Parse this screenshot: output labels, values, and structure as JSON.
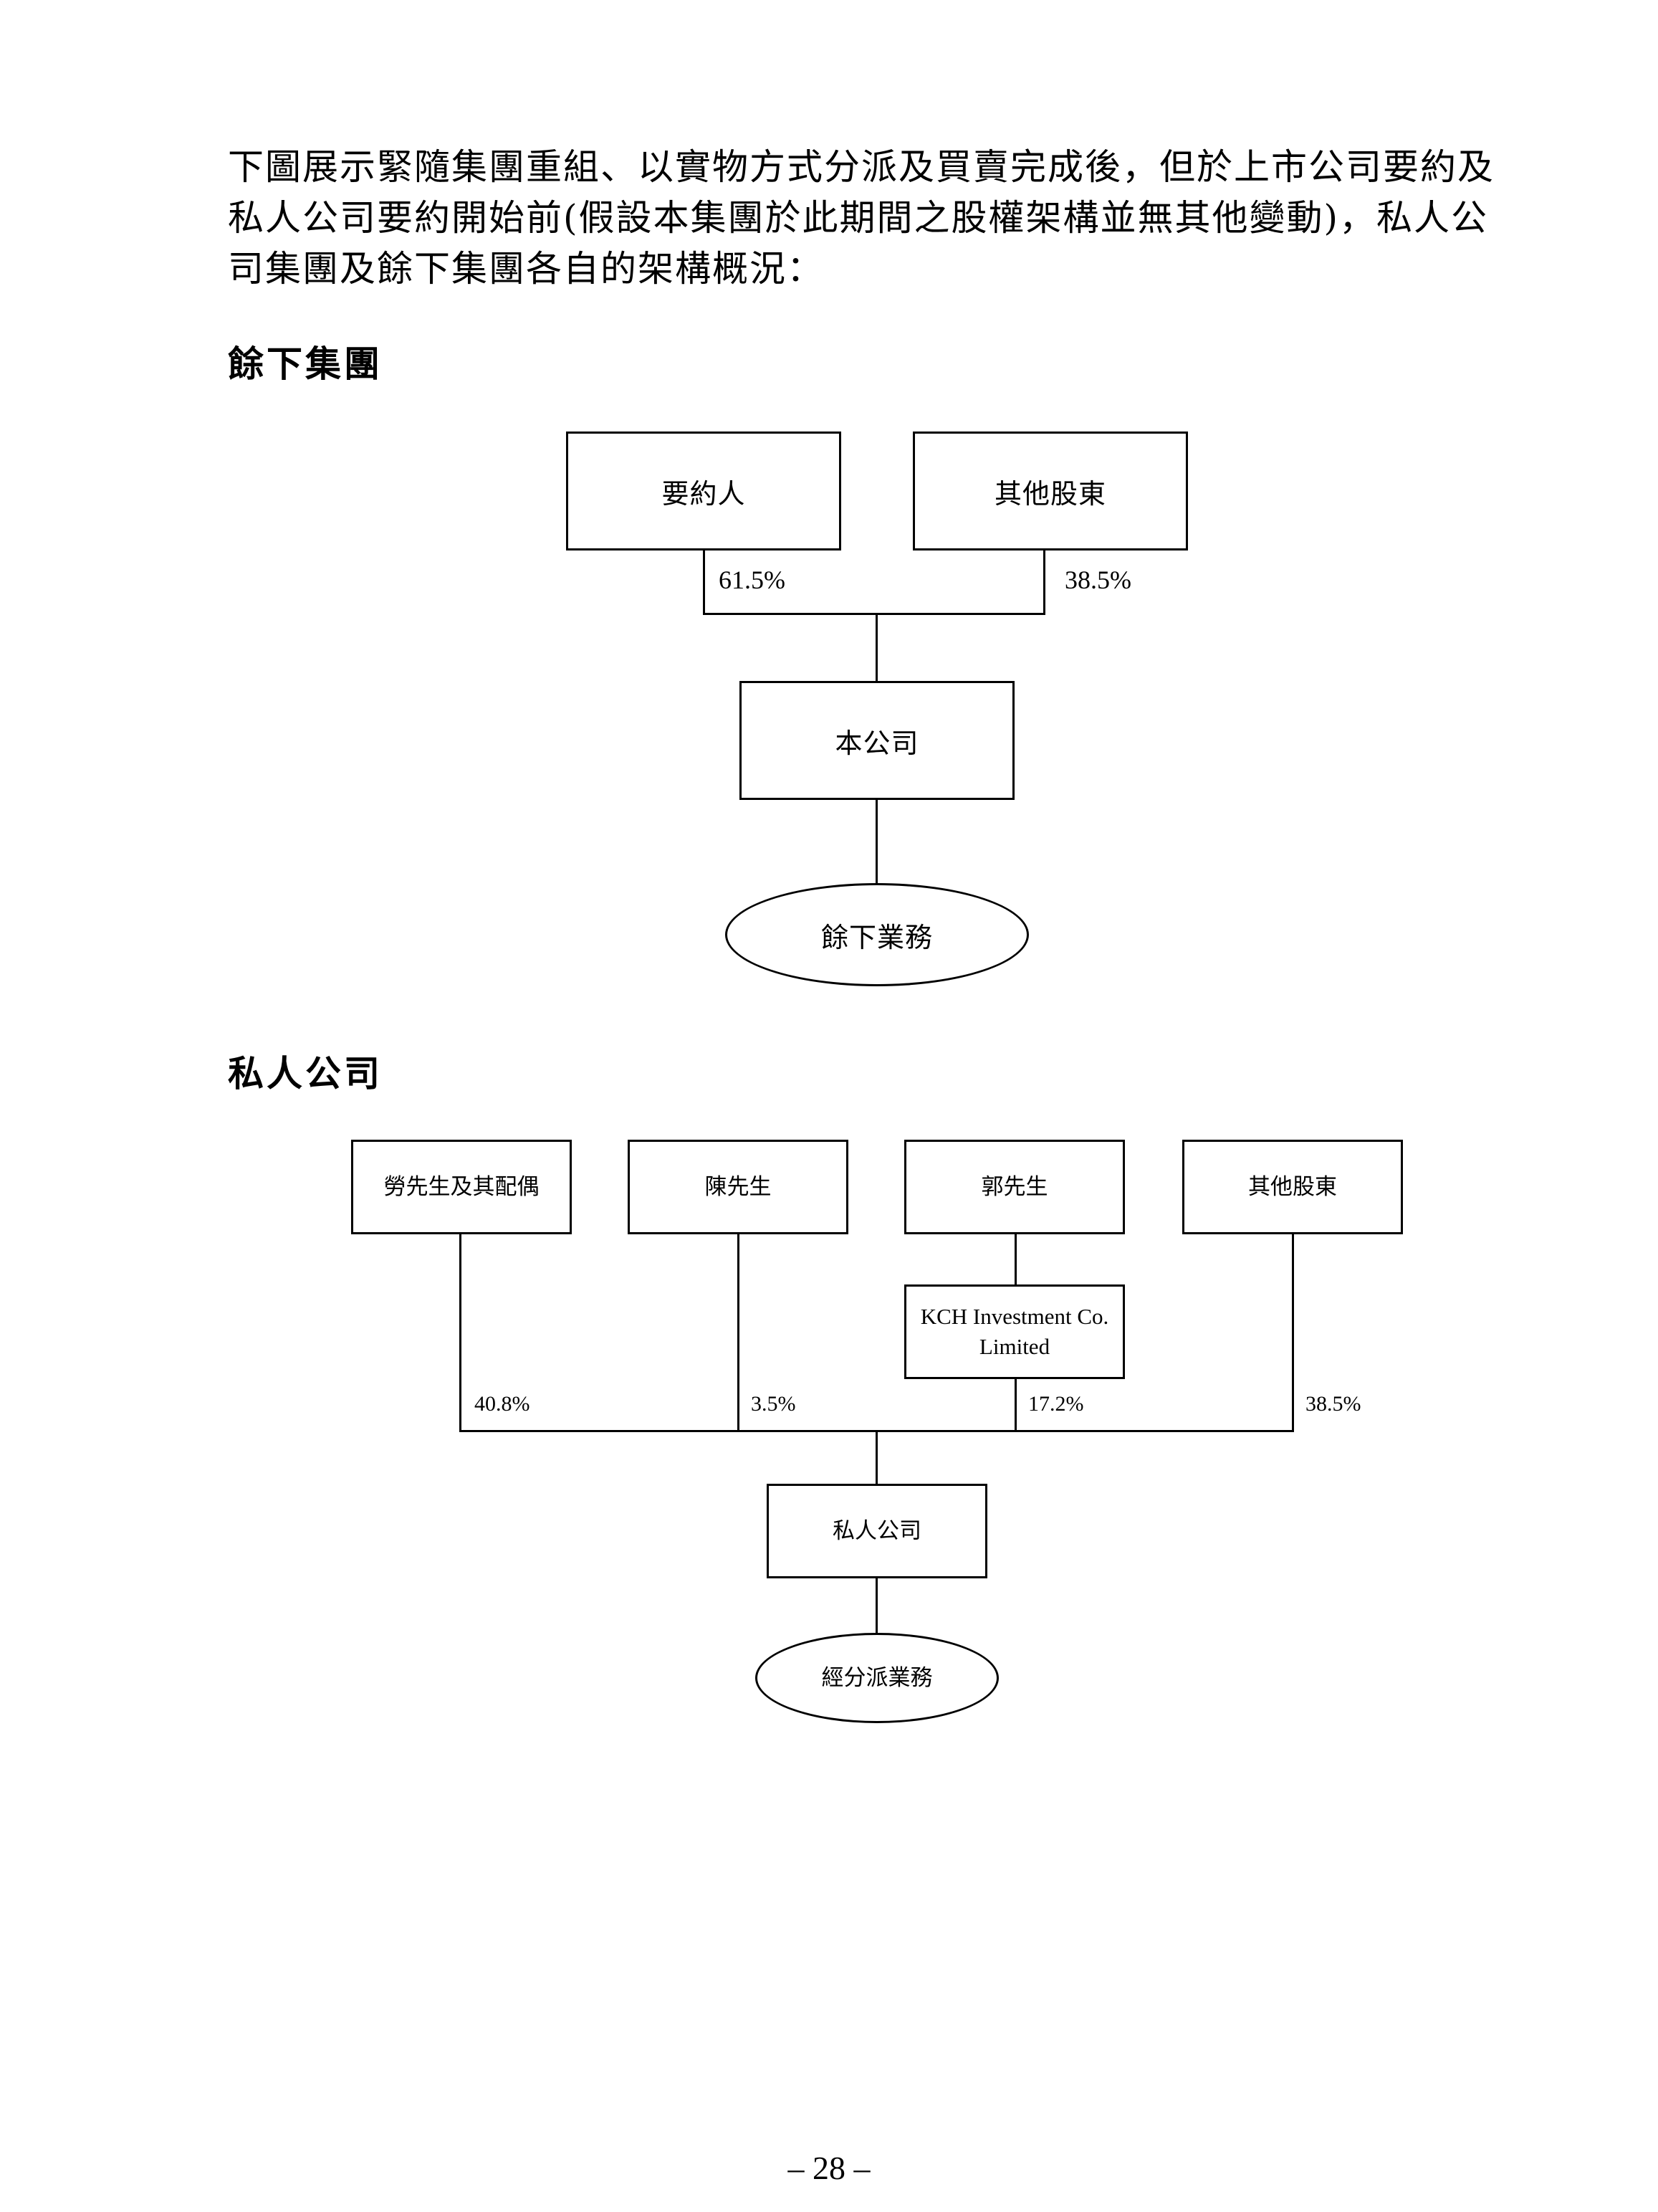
{
  "intro_text": "下圖展示緊隨集團重組、以實物方式分派及買賣完成後，但於上市公司要約及私人公司要約開始前(假設本集團於此期間之股權架構並無其他變動)，私人公司集團及餘下集團各自的架構概況：",
  "section1": {
    "heading": "餘下集團",
    "boxes": {
      "offeror": "要約人",
      "other_shareholders": "其他股東",
      "company": "本公司"
    },
    "percentages": {
      "offeror": "61.5%",
      "other_shareholders": "38.5%"
    },
    "oval": "餘下業務"
  },
  "section2": {
    "heading": "私人公司",
    "boxes": {
      "mr_lo": "勞先生及其配偶",
      "mr_chan": "陳先生",
      "mr_kwok": "郭先生",
      "other_shareholders": "其他股東",
      "kch": "KCH Investment Co. Limited",
      "private_company": "私人公司"
    },
    "percentages": {
      "mr_lo": "40.8%",
      "mr_chan": "3.5%",
      "kch": "17.2%",
      "other_shareholders": "38.5%"
    },
    "oval": "經分派業務"
  },
  "page_number": "– 28 –"
}
